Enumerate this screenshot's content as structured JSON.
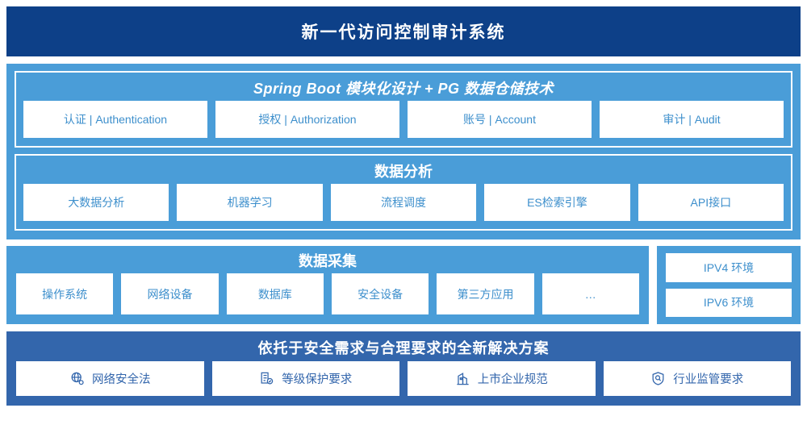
{
  "header": {
    "title": "新一代访问控制审计系统"
  },
  "colors": {
    "header_bg": "#0d4088",
    "panel_light": "#4a9dd8",
    "panel_dark": "#3366ac",
    "card_text_light": "#3d8fcc",
    "card_text_dark": "#3366ac",
    "card_bg": "#ffffff"
  },
  "platform": {
    "title": "Spring Boot 模块化设计 + PG 数据仓储技术",
    "cards": [
      {
        "label": "认证 | Authentication"
      },
      {
        "label": "授权 | Authorization"
      },
      {
        "label": "账号 | Account"
      },
      {
        "label": "审计 | Audit"
      }
    ]
  },
  "analysis": {
    "title": "数据分析",
    "cards": [
      {
        "label": "大数据分析"
      },
      {
        "label": "机器学习"
      },
      {
        "label": "流程调度"
      },
      {
        "label": "ES检索引擎"
      },
      {
        "label": "API接口"
      }
    ]
  },
  "collection": {
    "title": "数据采集",
    "cards": [
      {
        "label": "操作系统"
      },
      {
        "label": "网络设备"
      },
      {
        "label": "数据库"
      },
      {
        "label": "安全设备"
      },
      {
        "label": "第三方应用"
      },
      {
        "label": "…"
      }
    ],
    "environments": [
      {
        "label": "IPV4 环境"
      },
      {
        "label": "IPV6 环境"
      }
    ]
  },
  "compliance": {
    "title": "依托于安全需求与合理要求的全新解决方案",
    "cards": [
      {
        "label": "网络安全法",
        "icon": "globe-network-icon"
      },
      {
        "label": "等级保护要求",
        "icon": "document-check-icon"
      },
      {
        "label": "上市企业规范",
        "icon": "bank-building-icon"
      },
      {
        "label": "行业监管要求",
        "icon": "shield-search-icon"
      }
    ]
  }
}
